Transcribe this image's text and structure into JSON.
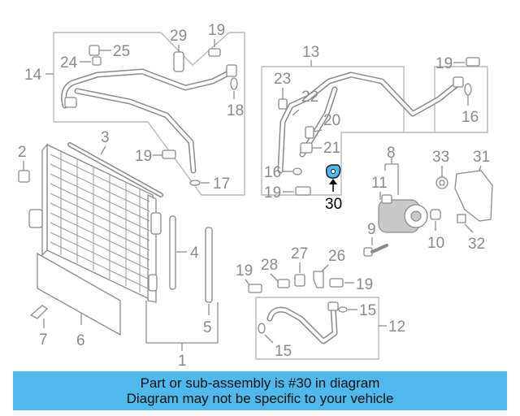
{
  "callouts": {
    "c1": "1",
    "c2": "2",
    "c3": "3",
    "c4": "4",
    "c5": "5",
    "c6": "6",
    "c7": "7",
    "c8": "8",
    "c9": "9",
    "c10": "10",
    "c11": "11",
    "c12": "12",
    "c13": "13",
    "c14": "14",
    "c15a": "15",
    "c15b": "15",
    "c16a": "16",
    "c16b": "16",
    "c17": "17",
    "c18": "18",
    "c19a": "19",
    "c19b": "19",
    "c19c": "19",
    "c19d": "19",
    "c19e": "19",
    "c19f": "19",
    "c20": "20",
    "c21": "21",
    "c22": "22",
    "c23": "23",
    "c24": "24",
    "c25": "25",
    "c26": "26",
    "c27": "27",
    "c28": "28",
    "c29": "29",
    "c30": "30",
    "c31": "31",
    "c32": "32",
    "c33": "33"
  },
  "highlight": {
    "part_number": "30",
    "color": "#4fb8ec"
  },
  "banner": {
    "line1": "Part or sub-assembly is #30 in diagram",
    "line2": "Diagram may not be specific to your vehicle",
    "color": "#4fb8ec"
  }
}
